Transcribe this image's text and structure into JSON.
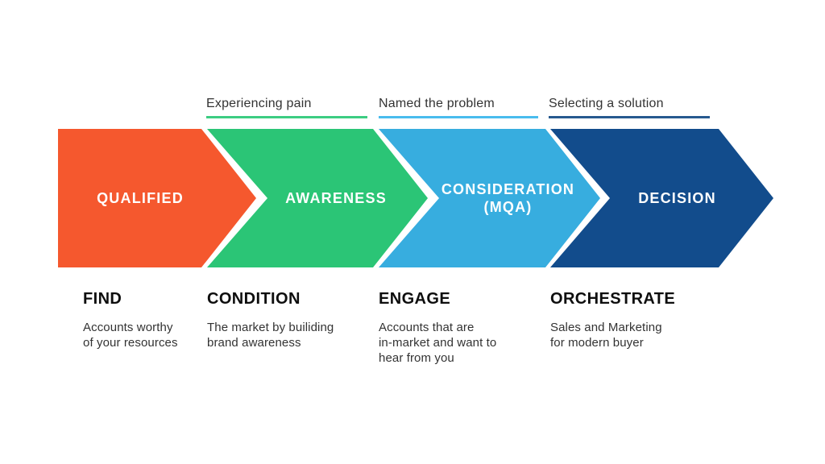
{
  "background_color": "#FFFFFF",
  "arrow_text_color": "#FFFFFF",
  "phases": [
    {
      "label": "Experiencing pain",
      "underline_color": "#3CCD82"
    },
    {
      "label": "Named the problem",
      "underline_color": "#49BCEE"
    },
    {
      "label": "Selecting a solution",
      "underline_color": "#27598F"
    }
  ],
  "stages": [
    {
      "arrow_label": "QUALIFIED",
      "arrow_color": "#F5582E",
      "heading": "FIND",
      "description": "Accounts worthy\nof your resources"
    },
    {
      "arrow_label": "AWARENESS",
      "arrow_color": "#2BC576",
      "heading": "CONDITION",
      "description": "The market by builiding\nbrand awareness"
    },
    {
      "arrow_label": "CONSIDERATION\n(MQA)",
      "arrow_color": "#37ADDF",
      "heading": "ENGAGE",
      "description": "Accounts that are\nin-market and want to\nhear from you"
    },
    {
      "arrow_label": "DECISION",
      "arrow_color": "#124C8C",
      "heading": "ORCHESTRATE",
      "description": "Sales and Marketing\nfor modern buyer"
    }
  ]
}
